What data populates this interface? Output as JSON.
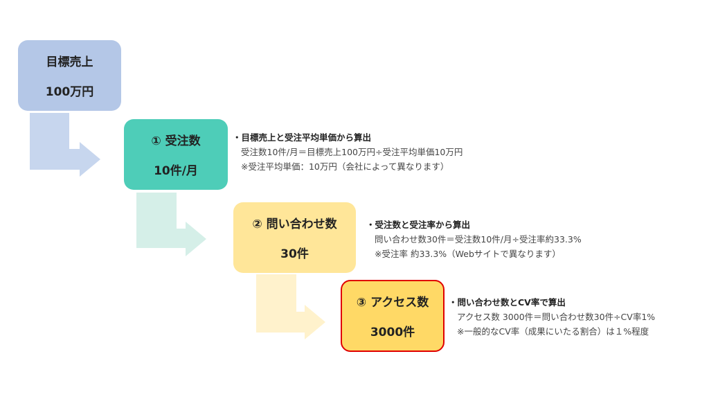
{
  "steps": [
    {
      "title": "目標売上",
      "value": "100万円",
      "color": "#b4c7e7"
    },
    {
      "title": "① 受注数",
      "value": "10件/月",
      "color": "#4ecdb8",
      "notes": {
        "heading": "・目標売上と受注平均単価から算出",
        "line1": "受注数10件/月＝目標売上100万円÷受注平均単価10万円",
        "line2": "※受注平均単価：10万円（会社によって異なります）"
      }
    },
    {
      "title": "② 問い合わせ数",
      "value": "30件",
      "color": "#ffe699",
      "notes": {
        "heading": "・受注数と受注率から算出",
        "line1": "問い合わせ数30件＝受注数10件/月÷受注率約33.3%",
        "line2": "※受注率 約33.3%（Webサイトで異なります）"
      }
    },
    {
      "title": "③ アクセス数",
      "value": "3000件",
      "color": "#ffd966",
      "notes": {
        "heading": "・問い合わせ数とCV率で算出",
        "line1": "アクセス数 3000件＝問い合わせ数30件÷CV率1%",
        "line2": "※一般的なCV率（成果にいたる割合）は１%程度"
      }
    }
  ],
  "arrow_colors": [
    "#c7d6ee",
    "#d5efe8",
    "#fff2cc"
  ],
  "highlight_border": "#e00000"
}
